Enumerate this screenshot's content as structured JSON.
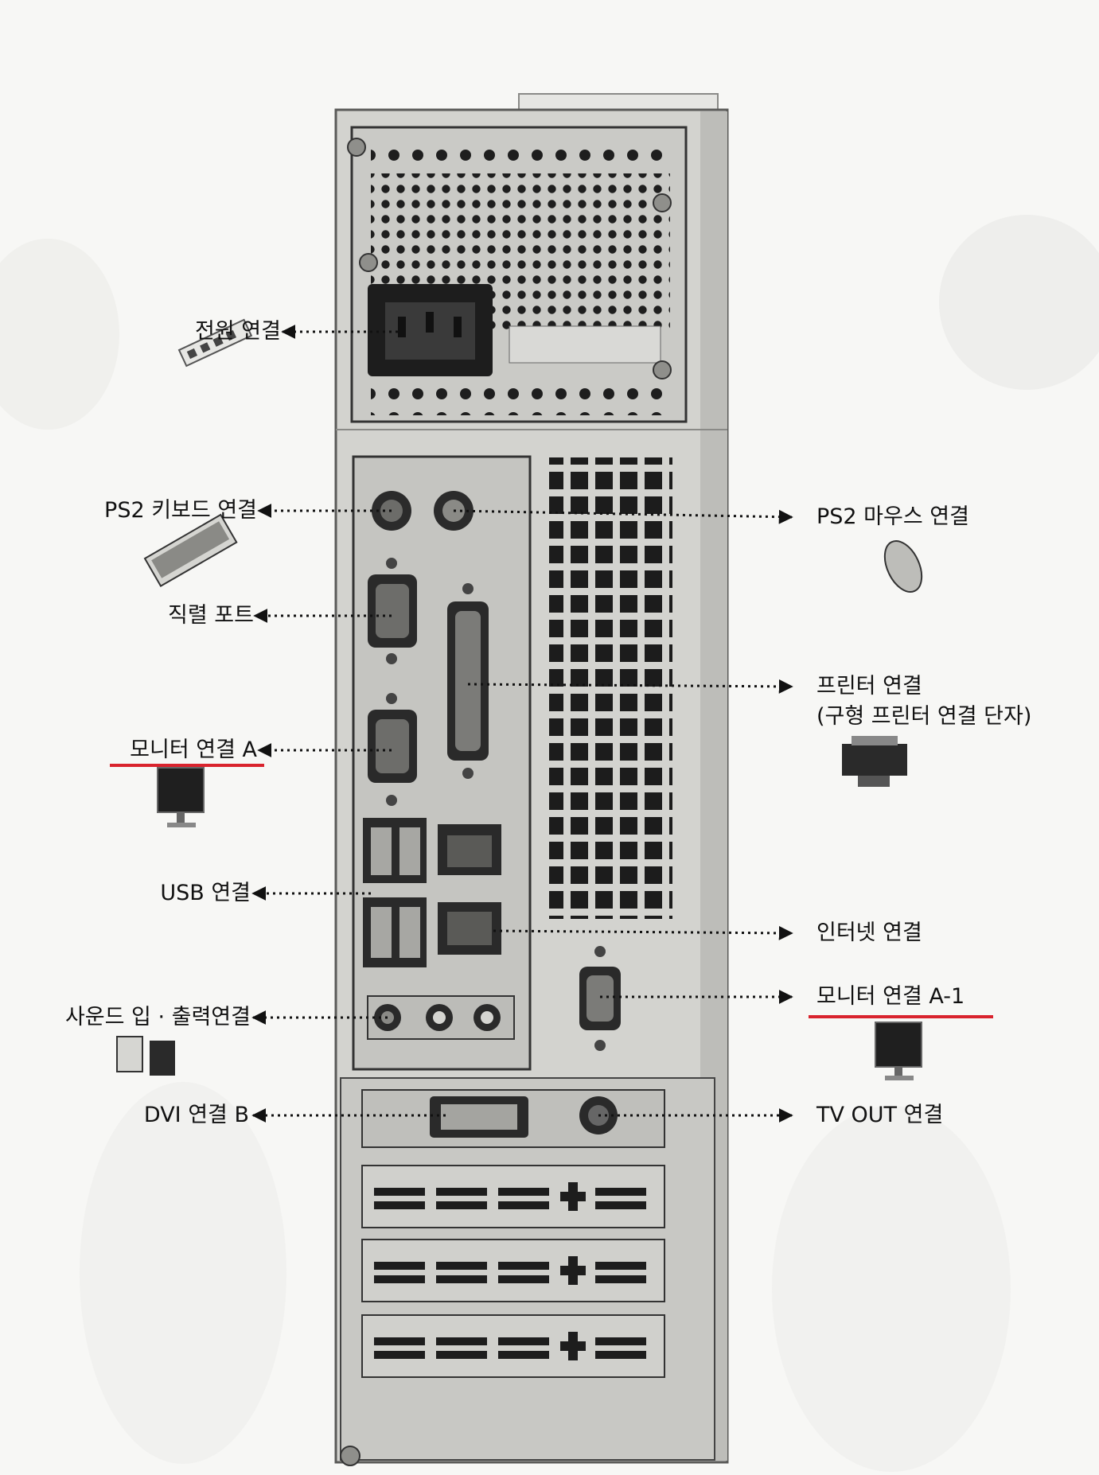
{
  "colors": {
    "case_body": "#cfcfcc",
    "case_edge": "#6d6d6b",
    "panel_dark": "#2a2a2a",
    "underline": "#d9232d",
    "text": "#111111"
  },
  "labels": {
    "power": "전원 연결",
    "ps2_keyboard": "PS2 키보드 연결",
    "serial": "직렬 포트",
    "monitor_a": "모니터 연결 A",
    "usb": "USB 연결",
    "sound": "사운드 입 · 출력연결",
    "dvi_b": "DVI 연결 B",
    "ps2_mouse": "PS2 마우스 연결",
    "printer_line1": "프린터 연결",
    "printer_line2": "(구형 프린터 연결 단자)",
    "internet": "인터넷 연결",
    "monitor_a1": "모니터 연결 A-1",
    "tv_out": "TV OUT 연결"
  },
  "icons": [
    "power-strip-icon",
    "keyboard-icon",
    "monitor-icon",
    "speakers-icon",
    "mouse-icon",
    "printer-icon"
  ]
}
